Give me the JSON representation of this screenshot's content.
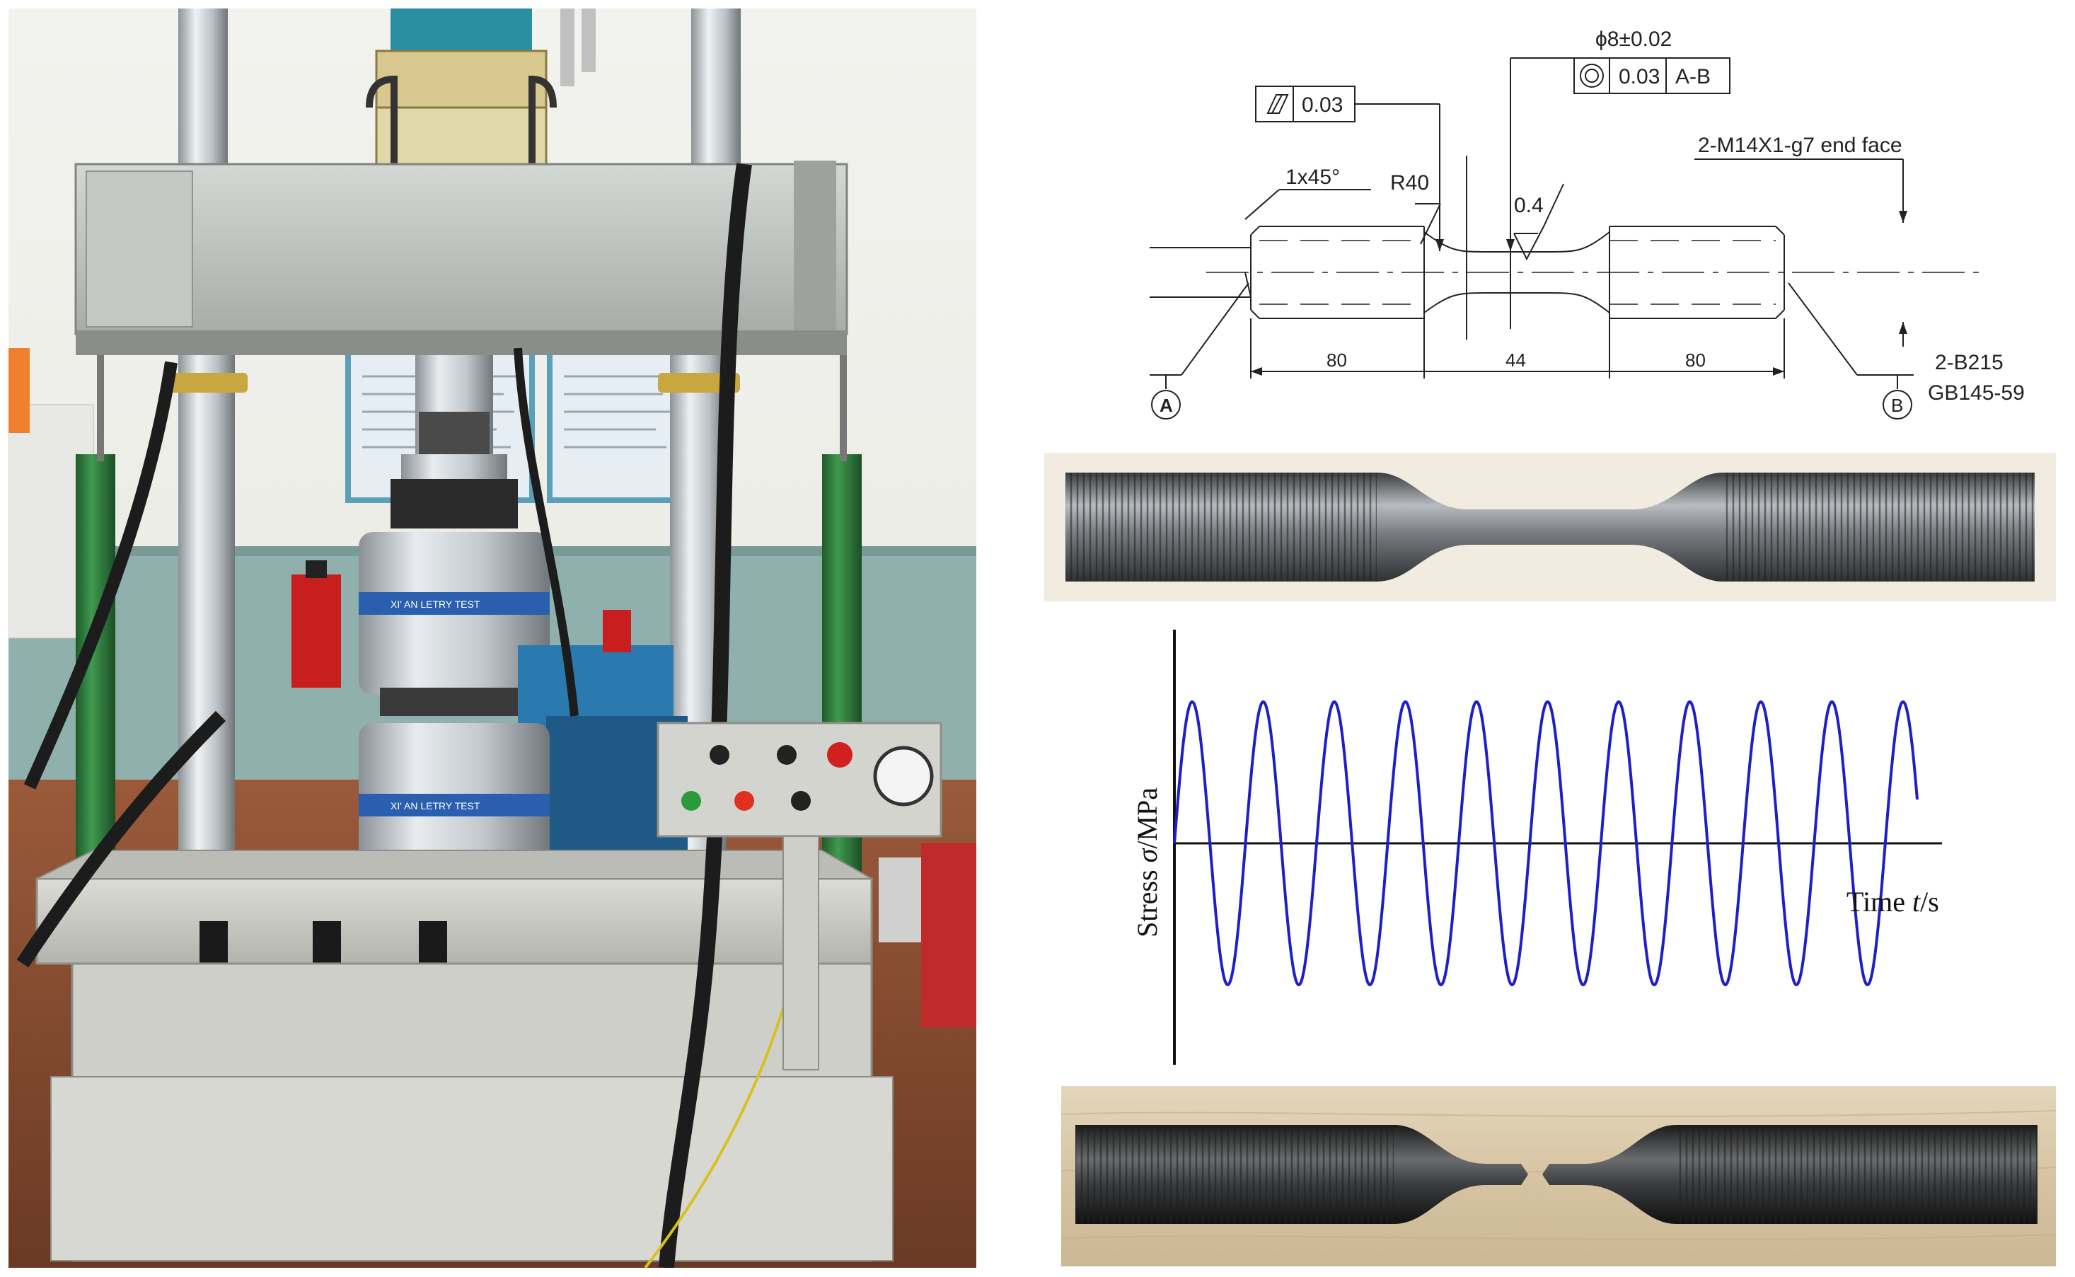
{
  "drawing": {
    "runout": "0.03",
    "coaxiality": "0.03",
    "coax_datum": "A-B",
    "diameter": "ϕ8±0.02",
    "chamfer": "1x45°",
    "radius": "R40",
    "roughness": "0.4",
    "thread": "2-M14X1-g7 end face",
    "dim_left": "80",
    "dim_mid": "44",
    "dim_right": "80",
    "datum_a": "A",
    "datum_b": "B",
    "center_hole": "2-B215",
    "standard": "GB145-59"
  },
  "chart_data": {
    "type": "line",
    "ylabel_prefix": "Stress ",
    "ylabel_symbol": "σ",
    "ylabel_unit": "/MPa",
    "xlabel_prefix": "Time ",
    "xlabel_symbol": "t",
    "xlabel_unit": "/s",
    "series": [
      {
        "cycles": 10,
        "amplitude": 1,
        "waveform": "sine"
      }
    ],
    "color": "#1f1fc8"
  },
  "colors": {
    "machine_gray": "#c8ccc8",
    "pillar_green": "#2f7a3c",
    "wall_blue": "#8fb0ad",
    "label_blue": "#2a5fb0"
  }
}
